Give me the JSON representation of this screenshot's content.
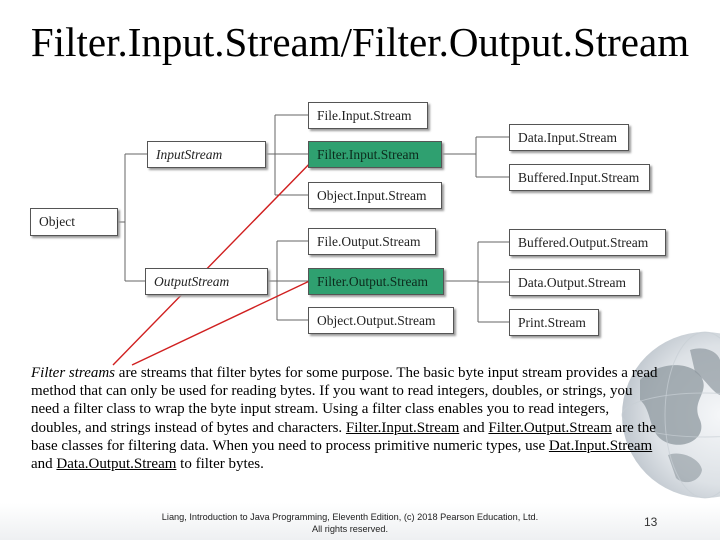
{
  "slide": {
    "title": "Filter.Input.Stream/Filter.Output.Stream"
  },
  "diagram": {
    "object": "Object",
    "input_stream": "InputStream",
    "output_stream": "OutputStream",
    "file_input_stream": "File.Input.Stream",
    "filter_input_stream": "Filter.Input.Stream",
    "object_input_stream": "Object.Input.Stream",
    "data_input_stream": "Data.Input.Stream",
    "buffered_input_stream": "Buffered.Input.Stream",
    "file_output_stream": "File.Output.Stream",
    "filter_output_stream": "Filter.Output.Stream",
    "object_output_stream": "Object.Output.Stream",
    "buffered_output_stream": "Buffered.Output.Stream",
    "data_output_stream": "Data.Output.Stream",
    "print_stream": "Print.Stream",
    "highlight_color": "#2fa070"
  },
  "body": {
    "intro_italic": "Filter streams",
    "text_1": " are streams that filter bytes for some purpose. The basic byte input stream provides a read method that can only be used for reading bytes. If you want to read integers, doubles, or strings, you need a filter class to wrap the byte input stream. Using a filter class enables you to read integers, doubles, and strings instead of bytes and characters. ",
    "link_filter_input": "Filter.Input.Stream",
    "text_2": " and ",
    "link_filter_output": "Filter.Output.Stream",
    "text_3": " are the base classes for filtering data. When you need to process primitive numeric types, use ",
    "link_data_input": "Dat.Input.Stream",
    "text_4": " and ",
    "link_data_output": "Data.Output.Stream",
    "text_5": " to filter bytes."
  },
  "footer": {
    "line1": "Liang, Introduction to Java Programming, Eleventh Edition, (c) 2018 Pearson Education, Ltd.",
    "line2": "All rights reserved.",
    "page_number": "13"
  }
}
